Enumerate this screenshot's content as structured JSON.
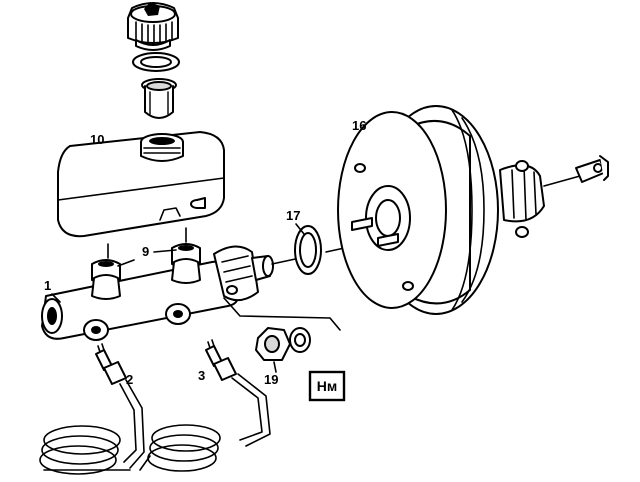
{
  "callouts": {
    "c1": "1",
    "c2": "2",
    "c3": "3",
    "c9": "9",
    "c10": "10",
    "c16": "16",
    "c17": "17",
    "c19": "19"
  },
  "torque_badge": "Нм"
}
